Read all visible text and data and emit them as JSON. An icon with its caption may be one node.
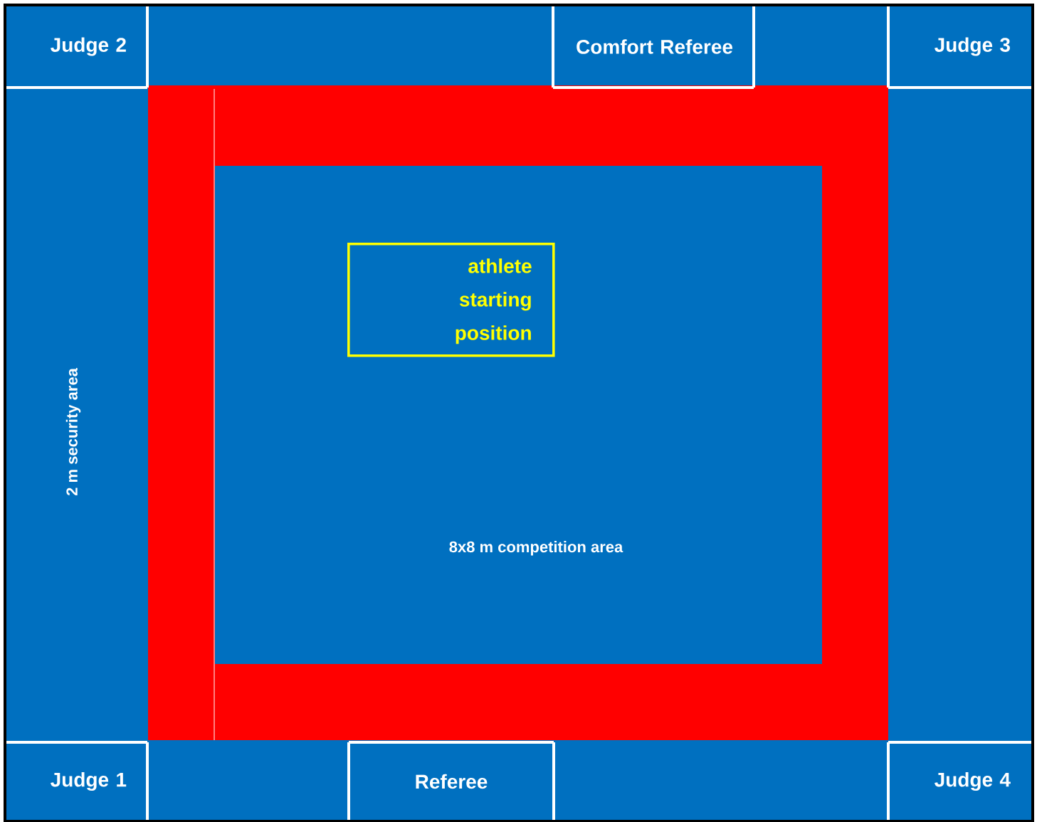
{
  "diagram": {
    "nodes": [
      {
        "text": [
          "Judge 2"
        ]
      },
      {
        "text": [
          "Comfort Referee"
        ]
      },
      {
        "text": [
          "Judge 3"
        ]
      },
      {
        "text": [
          "8x8 m competition area"
        ]
      },
      {
        "text": [
          "athlete starting position"
        ],
        "in": 3
      },
      {
        "text": [
          "Judge 1"
        ]
      },
      {
        "text": [
          "Referee"
        ]
      },
      {
        "text": [
          "Judge 4"
        ]
      }
    ],
    "labels": [
      "2 m security area"
    ]
  }
}
